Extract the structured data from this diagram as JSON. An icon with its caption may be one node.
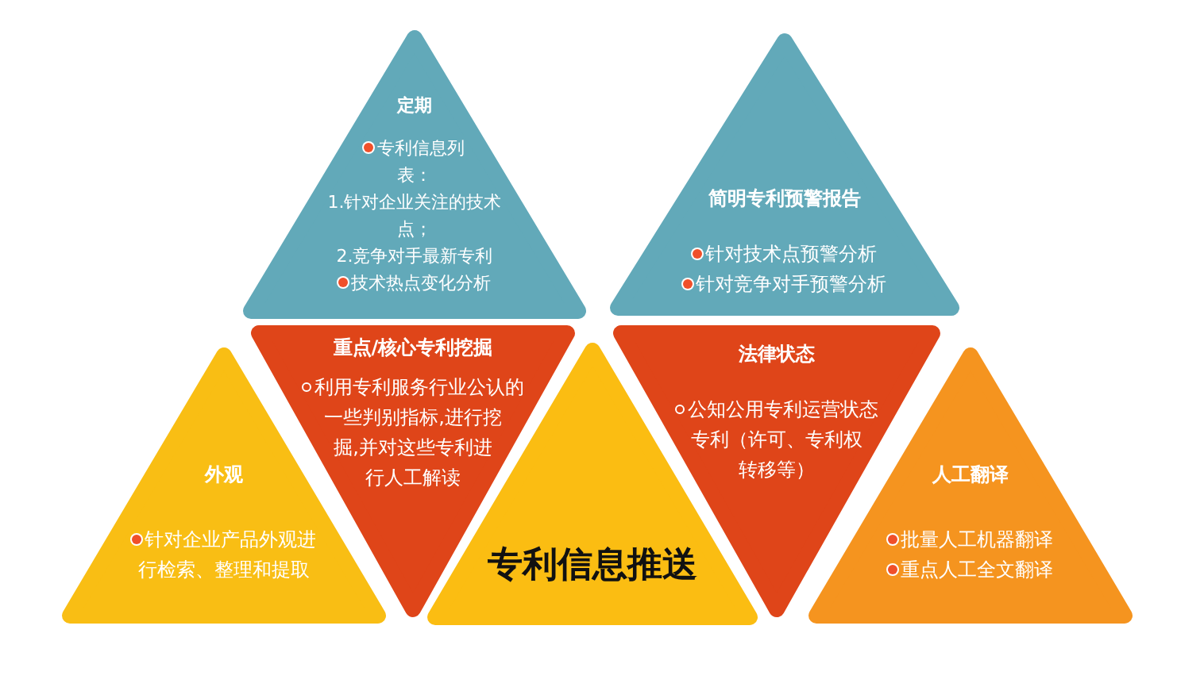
{
  "diagram": {
    "nodes": [
      {
        "text": [
          "定期",
          "专利信息列表：",
          "1.针对企业关注的技术点；",
          "2.竞争对手最新专利",
          "技术热点变化分析"
        ]
      },
      {
        "text": [
          "简明专利预警报告",
          "针对技术点预警分析",
          "针对竞争对手预警分析"
        ]
      },
      {
        "text": [
          "外观",
          "针对企业产品外观进行检索、整理和提取"
        ]
      },
      {
        "text": [
          "重点/核心专利挖掘",
          "利用专利服务行业公认的一些判别指标,进行挖掘,并对这些专利进行人工解读"
        ]
      },
      {
        "text": [
          "专利信息推送"
        ]
      },
      {
        "text": [
          "法律状态",
          "公知公用专利运营状态专利（许可、专利权转移等）"
        ]
      },
      {
        "text": [
          "人工翻译",
          "批量人工机器翻译",
          "重点人工全文翻译"
        ]
      }
    ],
    "edges": []
  }
}
